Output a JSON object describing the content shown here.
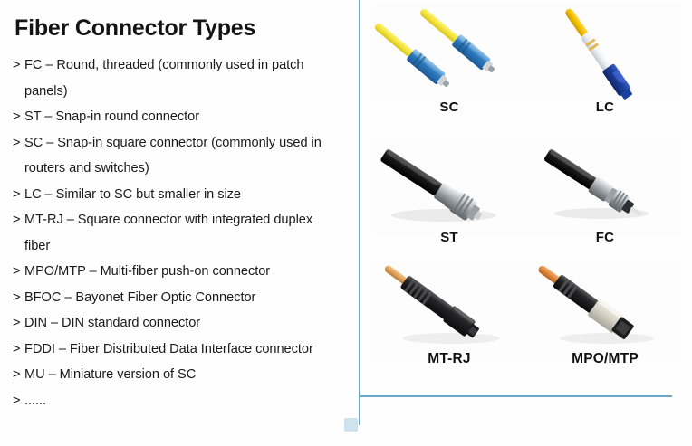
{
  "slide": {
    "title": "Fiber Connector Types",
    "background_color": "#ffffff",
    "accent_color": "#6fa8c4",
    "accent_square_color": "#cfe3ee",
    "text_color": "#1a1a1a"
  },
  "bullets": [
    {
      "marker": ">",
      "text": "FC – Round, threaded (commonly used in patch panels)"
    },
    {
      "marker": ">",
      "text": "ST – Snap-in round connector"
    },
    {
      "marker": ">",
      "text": "SC – Snap-in square connector (commonly used in routers and switches)"
    },
    {
      "marker": ">",
      "text": "LC – Similar to SC but smaller in size"
    },
    {
      "marker": ">",
      "text": "MT-RJ – Square connector with integrated duplex fiber"
    },
    {
      "marker": ">",
      "text": "MPO/MTP – Multi-fiber push-on connector"
    },
    {
      "marker": ">",
      "text": "BFOC – Bayonet Fiber Optic Connector"
    },
    {
      "marker": ">",
      "text": "DIN – DIN standard connector"
    },
    {
      "marker": ">",
      "text": "FDDI – Fiber Distributed Data Interface connector"
    },
    {
      "marker": ">",
      "text": "MU – Miniature version of SC"
    },
    {
      "marker": ">",
      "text": "......"
    }
  ],
  "connectors": [
    {
      "label": "SC",
      "icon": "sc-connector-photo",
      "cable_color": "#f2e23d",
      "body_color": "#2f7fc4",
      "description": "Two yellow simplex fiber cables with blue square snap-in SC connector bodies"
    },
    {
      "label": "LC",
      "icon": "lc-connector-photo",
      "cable_color": "#f5c400",
      "body_color": "#1b3f9e",
      "boot_color": "#f0f0f0",
      "description": "Yellow fiber cable with white boot and dark blue small form factor LC connector"
    },
    {
      "label": "ST",
      "icon": "st-connector-photo",
      "cable_color": "#1a1a1a",
      "body_color": "#b9bcc0",
      "description": "Black fiber cable with chrome bayonet ST round connector"
    },
    {
      "label": "FC",
      "icon": "fc-connector-photo",
      "cable_color": "#1a1a1a",
      "body_color": "#b9bcc0",
      "description": "Black fiber cable with chrome threaded FC round connector"
    },
    {
      "label": "MT-RJ",
      "icon": "mtrj-connector-photo",
      "cable_color": "#e0a45c",
      "body_color": "#242424",
      "description": "Orange multimode fiber cable with black square MT-RJ duplex connector"
    },
    {
      "label": "MPO/MTP",
      "icon": "mpo-connector-photo",
      "cable_color": "#e0883c",
      "body_color": "#242424",
      "ferrule_color": "#d8d4c8",
      "description": "Orange ribbon fiber cable with black boot and beige MPO/MTP multi-fiber ferrule"
    }
  ]
}
